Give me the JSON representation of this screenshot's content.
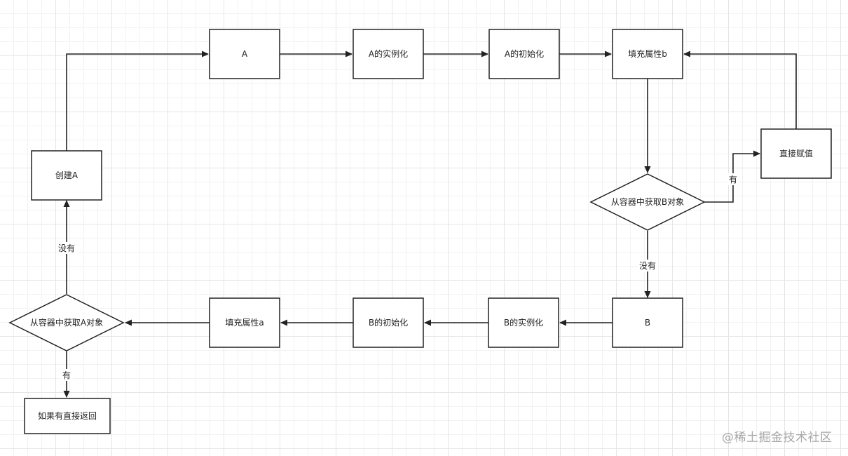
{
  "nodes": {
    "a": "A",
    "a_instantiate": "A的实例化",
    "a_initialize": "A的初始化",
    "fill_property_b": "填充属性b",
    "assign_directly": "直接赋值",
    "get_b_from_container": "从容器中获取B对象",
    "b": "B",
    "b_instantiate": "B的实例化",
    "b_initialize": "B的初始化",
    "fill_property_a": "填充属性a",
    "get_a_from_container": "从容器中获取A对象",
    "return_directly": "如果有直接返回",
    "create_a": "创建A"
  },
  "edge_labels": {
    "b_exists": "有",
    "b_missing": "没有",
    "a_missing": "没有",
    "a_exists": "有"
  },
  "watermark": "@稀土掘金技术社区",
  "colors": {
    "stroke": "#222222",
    "fill": "#ffffff",
    "grid": "#e6e6e6",
    "watermark": "#a8a8a8"
  }
}
